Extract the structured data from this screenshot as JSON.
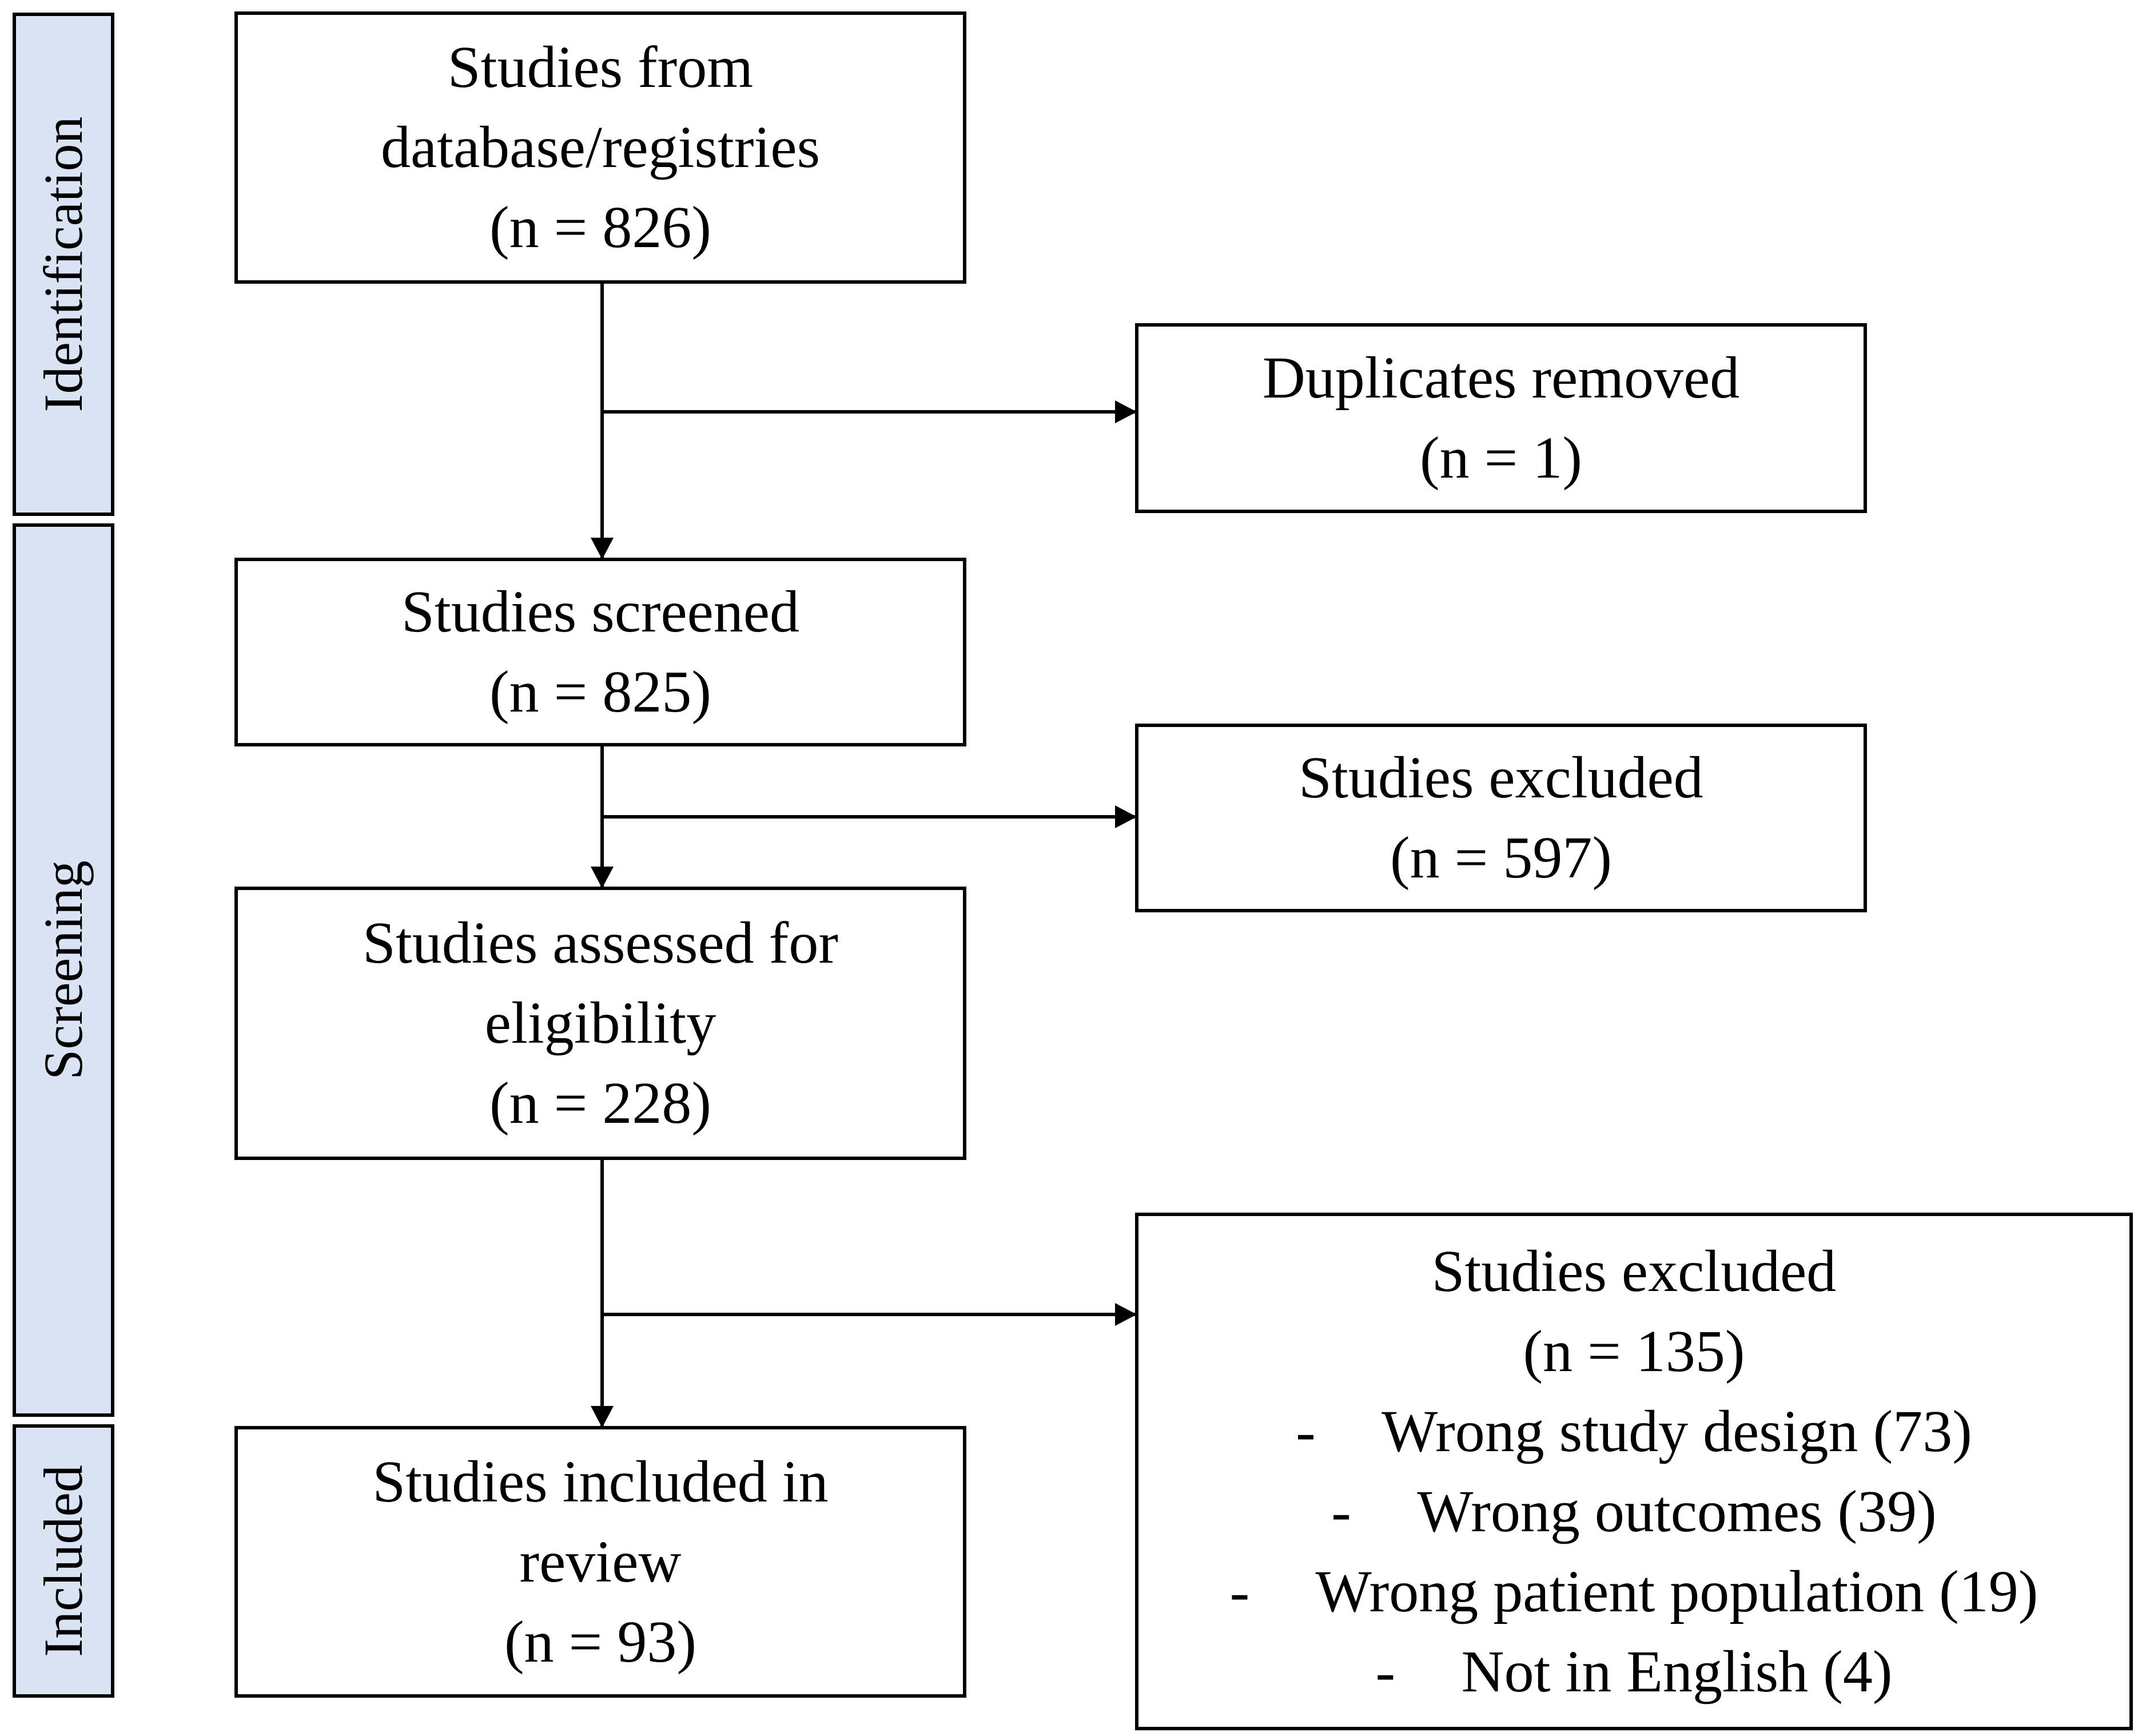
{
  "phases": {
    "identification": "Identification",
    "screening": "Screening",
    "included": "Included"
  },
  "boxes": {
    "database": {
      "line1": "Studies from",
      "line2": "database/registries",
      "count": "(n = 826)"
    },
    "duplicates": {
      "line1": "Duplicates removed",
      "count": "(n = 1)"
    },
    "screened": {
      "line1": "Studies screened",
      "count": "(n = 825)"
    },
    "excluded_screening": {
      "line1": "Studies excluded",
      "count": "(n = 597)"
    },
    "eligibility": {
      "line1": "Studies assessed for",
      "line2": "eligibility",
      "count": "(n = 228)"
    },
    "excluded_eligibility": {
      "line1": "Studies excluded",
      "count": "(n = 135)",
      "bullet": "-",
      "reasons": [
        "Wrong study design (73)",
        "Wrong outcomes (39)",
        "Wrong patient population (19)",
        "Not in English (4)"
      ]
    },
    "included": {
      "line1": "Studies included in",
      "line2": "review",
      "count": "(n = 93)"
    }
  },
  "colors": {
    "phase_fill": "#dae3f3",
    "stroke": "#000000",
    "box_fill": "#ffffff"
  }
}
